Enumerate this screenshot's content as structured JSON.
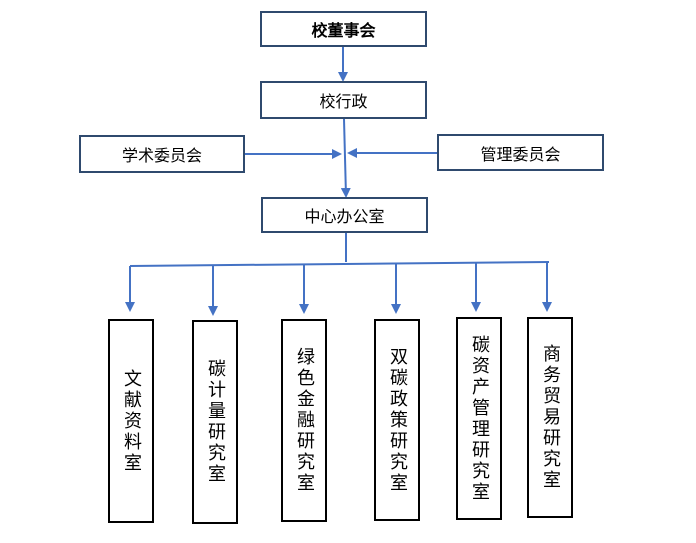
{
  "diagram": {
    "top": "校董事会",
    "admin": "校行政",
    "academic_committee": "学术委员会",
    "management_committee": "管理委员会",
    "center_office": "中心办公室",
    "labs": [
      "文献资料室",
      "碳计量研究室",
      "绿色金融研究室",
      "双碳政策研究室",
      "碳资产管理研究室",
      "商务贸易研究室"
    ]
  },
  "colors": {
    "box_border": "#2f4a6e",
    "arrow": "#4472c4",
    "lab_border": "#000000"
  }
}
